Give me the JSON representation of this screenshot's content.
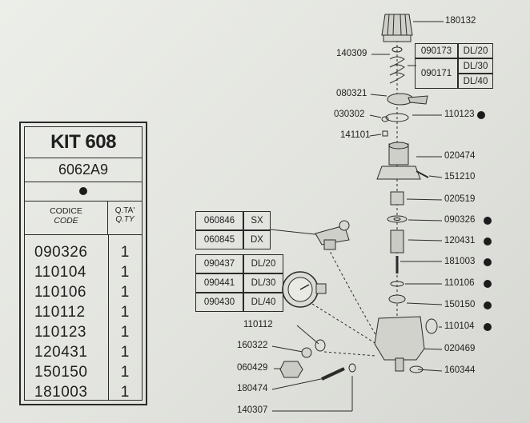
{
  "kit": {
    "title": "KIT 608",
    "subtitle": "6062A9",
    "header_code_it": "CODICE",
    "header_code_en": "CODE",
    "header_qty_it": "Q.TA'",
    "header_qty_en": "Q.TY",
    "items": [
      {
        "code": "090326",
        "qty": "1"
      },
      {
        "code": "110104",
        "qty": "1"
      },
      {
        "code": "110106",
        "qty": "1"
      },
      {
        "code": "110112",
        "qty": "1"
      },
      {
        "code": "110123",
        "qty": "1"
      },
      {
        "code": "120431",
        "qty": "1"
      },
      {
        "code": "150150",
        "qty": "1"
      },
      {
        "code": "181003",
        "qty": "1"
      }
    ]
  },
  "spring_table": {
    "rows": [
      {
        "code": "090173",
        "model": "DL/20"
      },
      {
        "code": "090171",
        "model": "DL/30"
      },
      {
        "model": "DL/40"
      }
    ]
  },
  "valve_table": {
    "rows": [
      {
        "code": "060846",
        "side": "SX"
      },
      {
        "code": "060845",
        "side": "DX"
      }
    ]
  },
  "gauge_table": {
    "rows": [
      {
        "code": "090437",
        "model": "DL/20"
      },
      {
        "code": "090441",
        "model": "DL/30"
      },
      {
        "code": "090430",
        "model": "DL/40"
      }
    ]
  },
  "labels": {
    "p180132": "180132",
    "p140309": "140309",
    "p080321": "080321",
    "p030302": "030302",
    "p110123": "110123",
    "p141101": "141101",
    "p020474": "020474",
    "p151210": "151210",
    "p020519": "020519",
    "p090326": "090326",
    "p120431": "120431",
    "p181003": "181003",
    "p110106": "110106",
    "p150150": "150150",
    "p110104": "110104",
    "p020469": "020469",
    "p160344": "160344",
    "p110112": "110112",
    "p160322": "160322",
    "p060429": "060429",
    "p180474": "180474",
    "p140307": "140307"
  }
}
